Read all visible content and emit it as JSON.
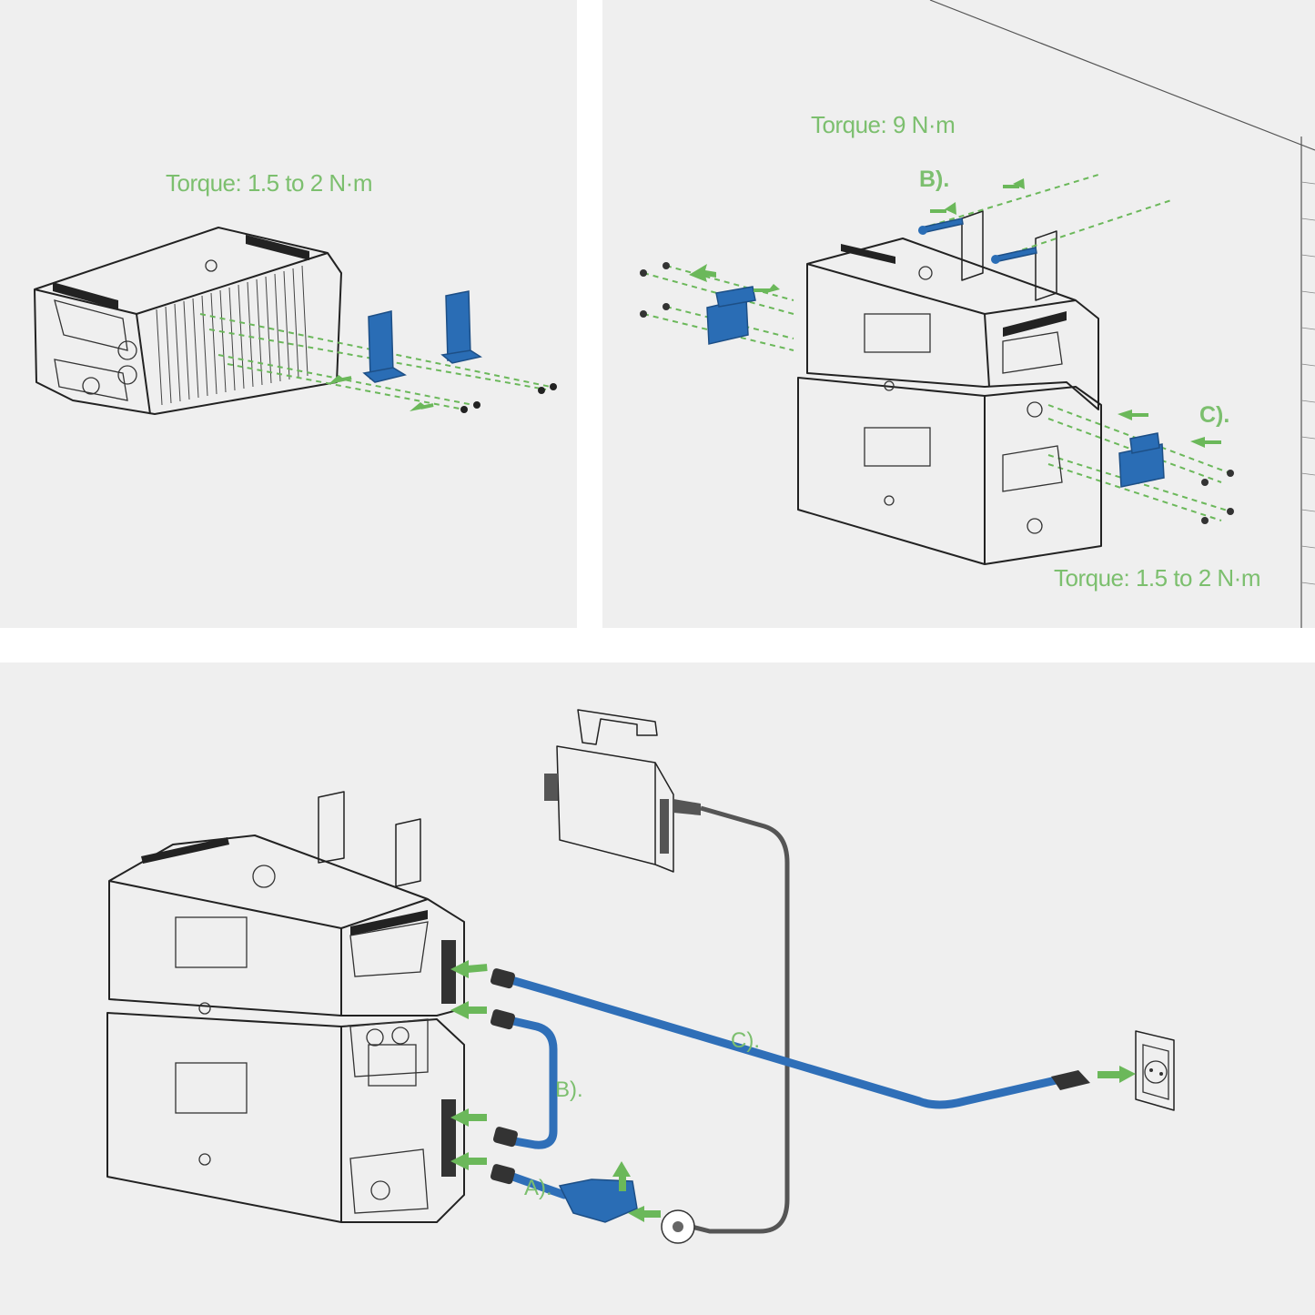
{
  "colors": {
    "accent_green": "#7cbf6e",
    "bracket_blue": "#2a6db5",
    "panel_bg": "#efefef"
  },
  "panel_1": {
    "torque_label": "Torque: 1.5 to 2 N·m"
  },
  "panel_2": {
    "torque_top": "Torque: 9 N·m",
    "torque_bottom": "Torque: 1.5 to 2 N·m",
    "step_b": "B).",
    "step_c": "C)."
  },
  "panel_3": {
    "step_a": "A).",
    "step_b": "B).",
    "step_c": "C)."
  },
  "icons": [
    "battery-unit",
    "mounting-bracket",
    "screw",
    "microinverter",
    "wall-socket",
    "push-arrow"
  ]
}
